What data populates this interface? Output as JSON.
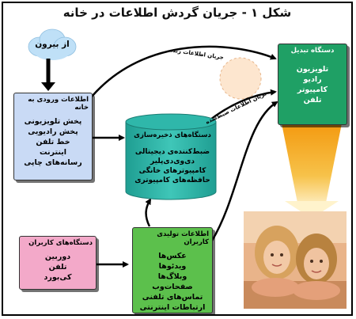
{
  "title": "شکل ۱ - جریان گردش اطلاعات در خانه",
  "nodes": {
    "outside": {
      "label": "از بیرون"
    },
    "input_info": {
      "header": "اطلاعات ورودی به خانه",
      "items": [
        "پخش تلویزیونی",
        "پخش رادیویی",
        "خط تلفن",
        "اینترنت",
        "رسانه‌های چاپی"
      ]
    },
    "storage": {
      "header": "دستگاه‌های ذخیره‌سازی",
      "items": [
        "ضبط‌کننده‌ی دیجیتالی",
        "دی‌وی‌دی‌پلیر",
        "کامپیوترهای خانگی",
        "حافظه‌های کامپیوتری"
      ]
    },
    "user_devices": {
      "header": "دستگاه‌های کاربران",
      "items": [
        "دوربین",
        "تلفن",
        "کی‌بورد"
      ]
    },
    "user_info": {
      "header": "اطلاعات تولیدی کاربران",
      "items": [
        "عکس‌ها",
        "ویدئوها",
        "وبلاگ‌ها",
        "صفحات‌وب",
        "تماس‌های تلفنی",
        "ارتباطات اینترنتی"
      ]
    },
    "conversion": {
      "header": "دستگاه تبدیل",
      "items": [
        "تلویزیون",
        "رادیو",
        "کامپیوتر",
        "تلفن"
      ]
    }
  },
  "edge_labels": {
    "live": "جریان اطلاعات زنده",
    "recorded": "جریان اطلاعات ضبط‌شده"
  },
  "colors": {
    "input_box": "#c9daf5",
    "user_devices_box": "#f3a9c9",
    "user_info_box": "#5cc04c",
    "conversion_box": "#1fa065",
    "storage_cylinder": "#2fb7aa",
    "cloud": "#bfe0f7",
    "beam": "#f6a21a"
  }
}
